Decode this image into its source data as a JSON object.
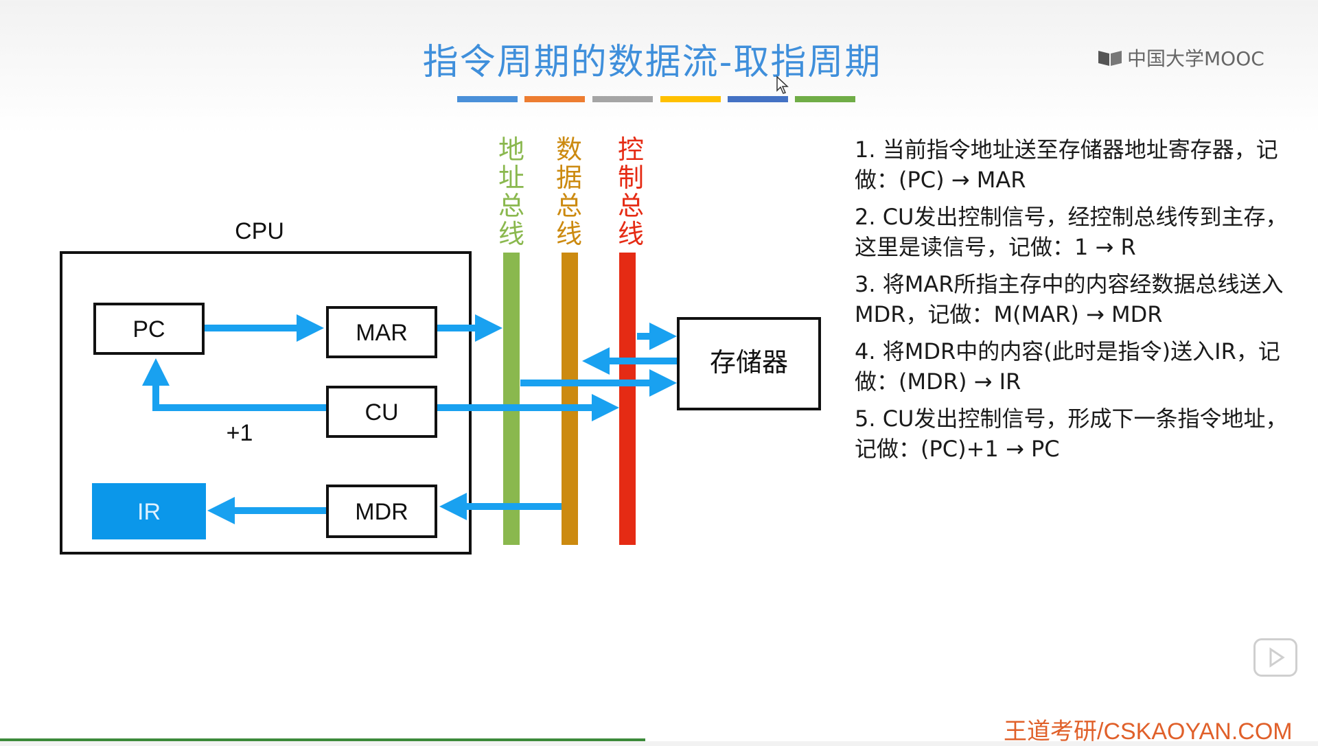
{
  "title": "指令周期的数据流-取指周期",
  "brand": {
    "text": "中国大学MOOC",
    "icon": "book-icon"
  },
  "color_bars": [
    "#4a90d9",
    "#ed7d31",
    "#a5a5a5",
    "#ffc000",
    "#4472c4",
    "#70ad47"
  ],
  "diagram": {
    "cpu_label": "CPU",
    "pc": "PC",
    "mar": "MAR",
    "cu": "CU",
    "ir": "IR",
    "mdr": "MDR",
    "plus_one": "+1",
    "memory": "存储器",
    "address_bus": {
      "label": "地址总线",
      "color": "#8ab84e"
    },
    "data_bus": {
      "label": "数据总线",
      "color": "#cc8a10"
    },
    "control_bus": {
      "label": "控制总线",
      "color": "#e52b14"
    },
    "arrow_color": "#19a1f0",
    "ir_fill": "#0b97ea"
  },
  "steps": [
    "1. 当前指令地址送至存储器地址寄存器，记做：(PC) → MAR",
    "2. CU发出控制信号，经控制总线传到主存，这里是读信号，记做：1 → R",
    "3. 将MAR所指主存中的内容经数据总线送入MDR，记做：M(MAR) → MDR",
    "4. 将MDR中的内容(此时是指令)送入IR，记做：(MDR) → IR",
    "5. CU发出控制信号，形成下一条指令地址，记做：(PC)+1 → PC"
  ],
  "footer": "王道考研/CSKAOYAN.COM",
  "controls": {
    "play_icon": "play-icon"
  }
}
